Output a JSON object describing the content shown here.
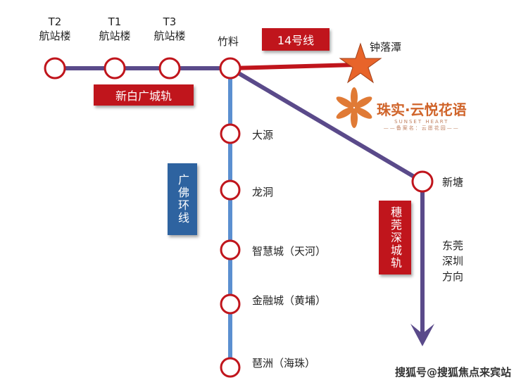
{
  "stations_top": [
    {
      "line1": "T2",
      "line2": "航站楼"
    },
    {
      "line1": "T1",
      "line2": "航站楼"
    },
    {
      "line1": "T3",
      "line2": "航站楼"
    }
  ],
  "hub": "竹料",
  "star_station": "钟落潭",
  "lines": {
    "line14": "14号线",
    "xinbai": "新白广城轨",
    "guangfo": "广佛环线",
    "suiguan": "穗莞深城轨"
  },
  "vertical_stations": [
    "大源",
    "龙洞",
    "智慧城（天河）",
    "金融城（黄埔）",
    "琶洲（海珠）"
  ],
  "xintang": "新塘",
  "direction": "东莞深圳方向",
  "logo": {
    "name": "珠实·云悦花语",
    "sub": "SUNSET HEART",
    "caption": "——备案名：云愿花园——"
  },
  "watermark": "搜狐号@搜狐焦点来宾站",
  "colors": {
    "red": "#c0151c",
    "purple": "#5a4a8a",
    "blue": "#5b8fd0",
    "star": "#e8642a"
  }
}
